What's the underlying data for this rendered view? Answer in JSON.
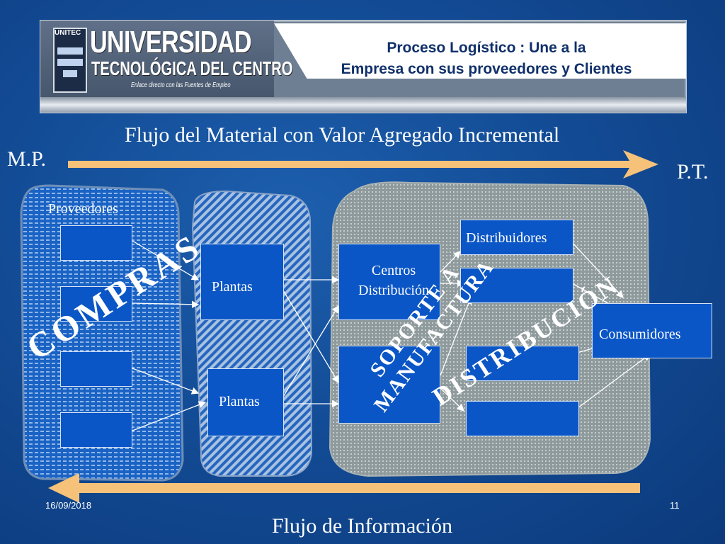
{
  "header": {
    "logo_small": "UNITEC",
    "logo_name": "UNIVERSIDAD",
    "logo_subname": "TECNOLÓGICA DEL CENTRO",
    "logo_tagline": "Enlace directo con las Fuentes de Empleo",
    "title_line1": "Proceso Logístico : Une a la",
    "title_line2": "Empresa con sus proveedores y Clientes"
  },
  "diagram": {
    "material_flow_label": "Flujo del Material con Valor Agregado Incremental",
    "start_label": "M.P.",
    "end_label": "P.T.",
    "info_flow_label": "Flujo de Información",
    "suppliers_label": "Proveedores",
    "plant_1": "Plantas",
    "plant_2": "Plantas",
    "distribution_centers": "Centros Distribución",
    "distributors": "Distribuidores",
    "consumers": "Consumidores",
    "zone_purchasing": "COMPRAS",
    "zone_support_line1": "SOPORTE A",
    "zone_support_line2": "MANUFACTURA",
    "zone_distribution": "DISTRIBUCIÓN"
  },
  "footer": {
    "date": "16/09/2018",
    "page": "11"
  },
  "colors": {
    "arrow": "#f6c27a",
    "box_fill": "#0b56c6",
    "title_text": "#10306a"
  }
}
